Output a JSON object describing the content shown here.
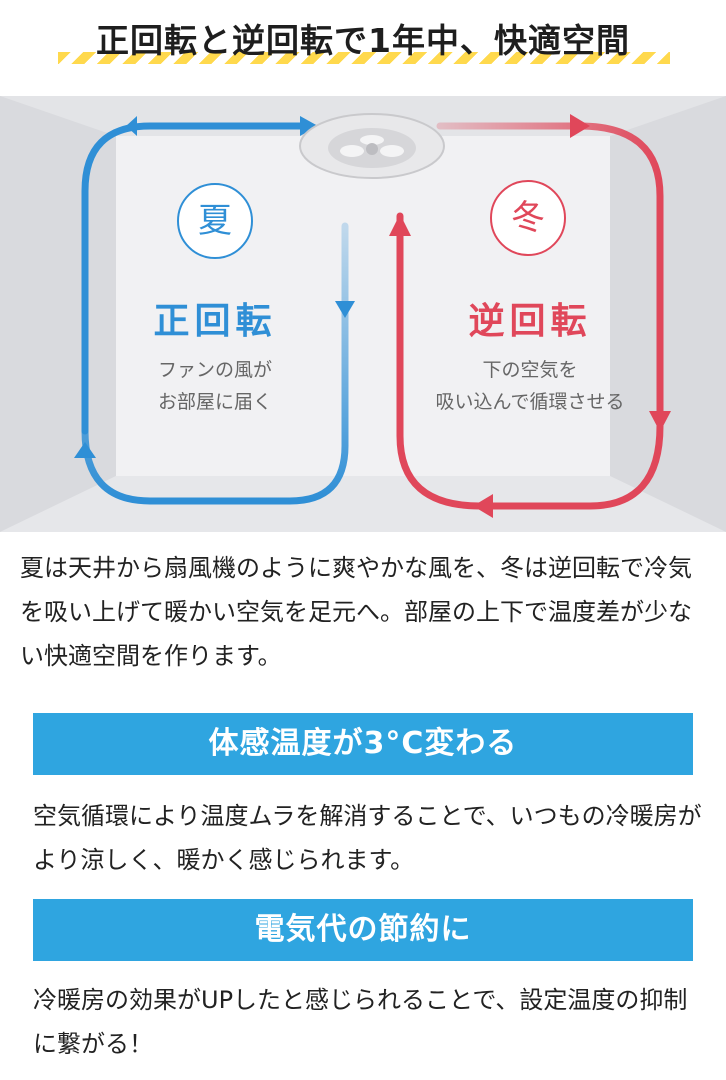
{
  "headline": "正回転と逆回転で1年中、快適空間",
  "diagram": {
    "summer": {
      "season": "夏",
      "mode": "正回転",
      "desc_lines": [
        "ファンの風が",
        "お部屋に届く"
      ],
      "color": "#2f8fd6"
    },
    "winter": {
      "season": "冬",
      "mode": "逆回転",
      "desc_lines": [
        "下の空気を",
        "吸い込んで循環させる"
      ],
      "color": "#e0475a"
    },
    "icons": [
      "ceiling-fan-icon",
      "arrow-icon"
    ]
  },
  "intro": "夏は天井から扇風機のように爽やかな風を、冬は逆回転で冷気を吸い上げて暖かい空気を足元へ。部屋の上下で温度差が少ない快適空間を作ります。",
  "sections": [
    {
      "heading": "体感温度が3°C変わる",
      "body": "空気循環により温度ムラを解消することで、いつもの冷暖房がより涼しく、暖かく感じられます。"
    },
    {
      "heading": "電気代の節約に",
      "body": "冷暖房の効果がUPしたと感じられることで、設定温度の抑制に繋がる！"
    }
  ],
  "colors": {
    "banner": "#2fa5e0",
    "stripe": "#ffd94d",
    "summer": "#2f8fd6",
    "winter": "#e0475a"
  }
}
